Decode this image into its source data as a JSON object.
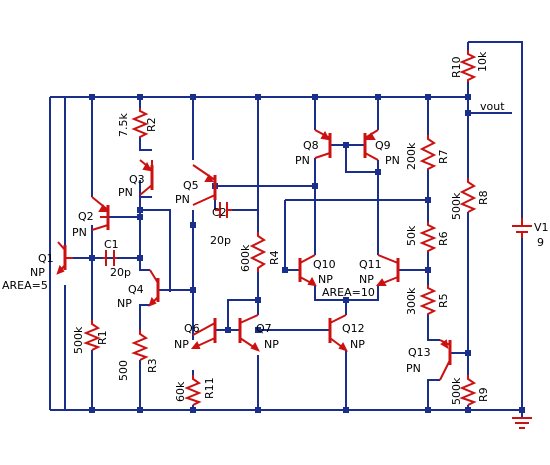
{
  "colors": {
    "wire": "#1a2e8c",
    "component": "#cc1111",
    "node": "#1a2e8c",
    "text": "#000000",
    "background": "#ffffff"
  },
  "transistors": [
    {
      "ref": "Q1",
      "type": "NP",
      "extra": "AREA=5"
    },
    {
      "ref": "Q2",
      "type": "PN"
    },
    {
      "ref": "Q3",
      "type": "PN"
    },
    {
      "ref": "Q4",
      "type": "NP"
    },
    {
      "ref": "Q5",
      "type": "PN"
    },
    {
      "ref": "Q6",
      "type": "NP"
    },
    {
      "ref": "Q7",
      "type": "NP"
    },
    {
      "ref": "Q8",
      "type": "PN"
    },
    {
      "ref": "Q9",
      "type": "PN"
    },
    {
      "ref": "Q10",
      "type": "NP"
    },
    {
      "ref": "Q11",
      "type": "NP",
      "extra": "AREA=10"
    },
    {
      "ref": "Q12",
      "type": "NP"
    },
    {
      "ref": "Q13",
      "type": "PN"
    }
  ],
  "resistors": [
    {
      "ref": "R1",
      "value": "500k"
    },
    {
      "ref": "R2",
      "value": "7.5k"
    },
    {
      "ref": "R3",
      "value": "500"
    },
    {
      "ref": "R4",
      "value": "600k"
    },
    {
      "ref": "R5",
      "value": "300k"
    },
    {
      "ref": "R6",
      "value": "50k"
    },
    {
      "ref": "R7",
      "value": "200k"
    },
    {
      "ref": "R8",
      "value": "500k"
    },
    {
      "ref": "R9",
      "value": "500k"
    },
    {
      "ref": "R10",
      "value": "10k"
    },
    {
      "ref": "R11",
      "value": "60k"
    }
  ],
  "capacitors": [
    {
      "ref": "C1",
      "value": "20p"
    },
    {
      "ref": "C2",
      "value": "20p"
    }
  ],
  "sources": [
    {
      "ref": "V1",
      "value": "9"
    }
  ],
  "nets": [
    {
      "name": "vout"
    }
  ]
}
